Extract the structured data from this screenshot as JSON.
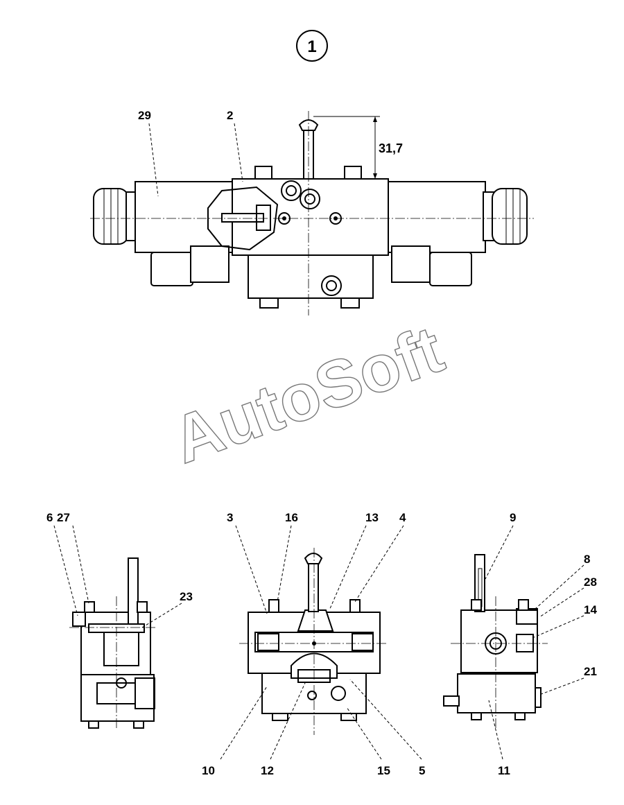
{
  "figure_number": "1",
  "dimension": "31,7",
  "watermark": "AutoSoft",
  "top_view_labels": {
    "body": "29",
    "cover": "2"
  },
  "left_view_labels": {
    "a": "6",
    "b": "27",
    "c": "23"
  },
  "center_view_labels": {
    "a": "3",
    "b": "16",
    "c": "13",
    "d": "4",
    "e": "10",
    "f": "12",
    "g": "15",
    "h": "5"
  },
  "right_view_labels": {
    "a": "9",
    "b": "8",
    "c": "28",
    "d": "14",
    "e": "21",
    "f": "11"
  }
}
